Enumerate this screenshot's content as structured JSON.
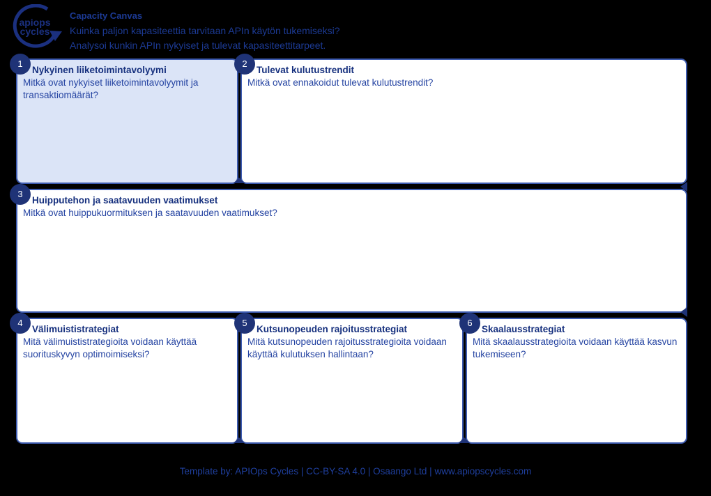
{
  "colors": {
    "background": "#000000",
    "navy": "#1f3377",
    "box_border": "#3d5bb0",
    "box_bg": "#ffffff",
    "highlight_bg": "#dbe4f7",
    "heading_text": "#16307e",
    "question_text": "#2544a2"
  },
  "header": {
    "logo": {
      "line1": "apiops",
      "line2": "cycles"
    },
    "title": "Capacity Canvas",
    "subtitle1": "Kuinka paljon kapasiteettia tarvitaan APIn käytön tukemiseksi?",
    "subtitle2": "Analysoi kunkin APIn nykyiset ja tulevat kapasiteettitarpeet."
  },
  "sections": [
    {
      "number": "1",
      "title": "Nykyinen liiketoimintavolyymi",
      "question": "Mitkä ovat nykyiset liiketoimintavolyymit ja transaktiomäärät?",
      "highlighted": true
    },
    {
      "number": "2",
      "title": "Tulevat kulutustrendit",
      "question": "Mitkä ovat ennakoidut tulevat kulutustrendit?",
      "highlighted": false
    },
    {
      "number": "3",
      "title": "Huipputehon ja saatavuuden vaatimukset",
      "question": "Mitkä ovat huippukuormituksen ja saatavuuden vaatimukset?",
      "highlighted": false
    },
    {
      "number": "4",
      "title": "Välimuististrategiat",
      "question": "Mitä välimuististrategioita voidaan käyttää suorituskyvyn optimoimiseksi?",
      "highlighted": false
    },
    {
      "number": "5",
      "title": "Kutsunopeuden rajoitusstrategiat",
      "question": "Mitä kutsunopeuden rajoitusstrategioita voidaan käyttää kulutuksen hallintaan?",
      "highlighted": false
    },
    {
      "number": "6",
      "title": "Skaalausstrategiat",
      "question": "Mitä skaalausstrategioita voidaan käyttää kasvun tukemiseen?",
      "highlighted": false
    }
  ],
  "footer": {
    "text": "Template by: APIOps Cycles | CC-BY-SA 4.0 | Osaango Ltd | www.apiopscycles.com"
  }
}
